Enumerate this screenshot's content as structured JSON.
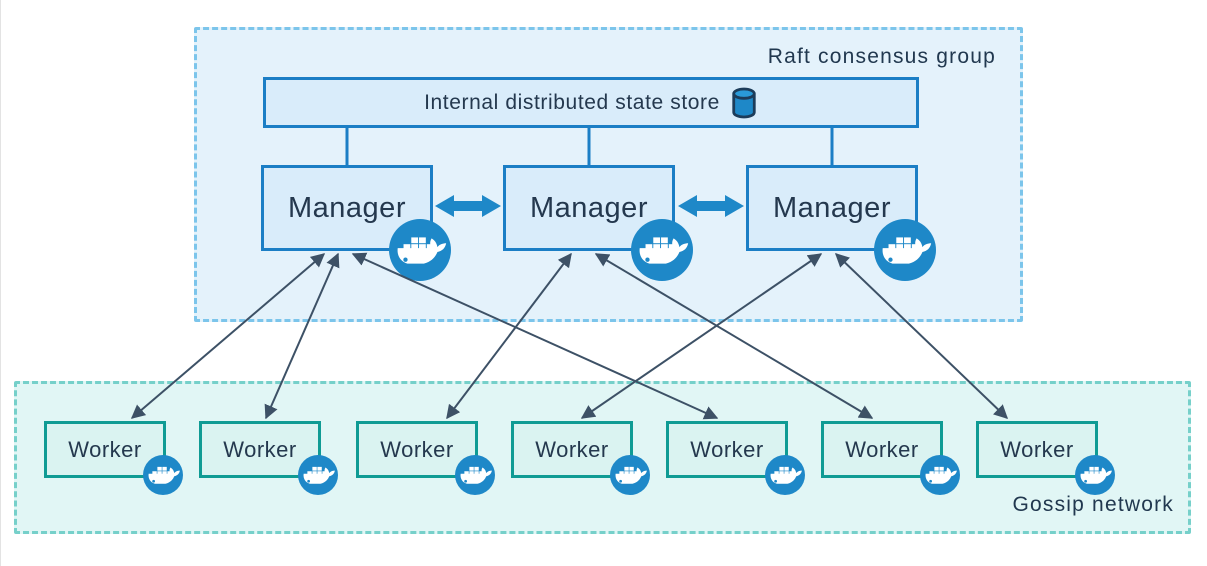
{
  "raft_group": {
    "label": "Raft consensus group"
  },
  "gossip_group": {
    "label": "Gossip network"
  },
  "state_store": {
    "label": "Internal distributed state store",
    "icon": "database-cylinder-icon"
  },
  "managers": [
    {
      "label": "Manager",
      "badge_icon": "docker-whale-icon"
    },
    {
      "label": "Manager",
      "badge_icon": "docker-whale-icon"
    },
    {
      "label": "Manager",
      "badge_icon": "docker-whale-icon"
    }
  ],
  "workers": [
    {
      "label": "Worker",
      "badge_icon": "docker-whale-icon"
    },
    {
      "label": "Worker",
      "badge_icon": "docker-whale-icon"
    },
    {
      "label": "Worker",
      "badge_icon": "docker-whale-icon"
    },
    {
      "label": "Worker",
      "badge_icon": "docker-whale-icon"
    },
    {
      "label": "Worker",
      "badge_icon": "docker-whale-icon"
    },
    {
      "label": "Worker",
      "badge_icon": "docker-whale-icon"
    },
    {
      "label": "Worker",
      "badge_icon": "docker-whale-icon"
    }
  ],
  "connections": {
    "manager_peer_links": [
      [
        0,
        1
      ],
      [
        1,
        2
      ]
    ],
    "state_store_links": [
      0,
      1,
      2
    ],
    "manager_worker_links": [
      [
        0,
        0
      ],
      [
        0,
        1
      ],
      [
        0,
        4
      ],
      [
        1,
        2
      ],
      [
        1,
        5
      ],
      [
        2,
        3
      ],
      [
        2,
        6
      ]
    ],
    "link_style": "double-headed-arrow"
  },
  "colors": {
    "docker_blue": "#1e88c8",
    "box_border_blue": "#1b7ec5",
    "box_fill_blue": "#d9ecfa",
    "raft_bg": "#e4f2fb",
    "raft_dash": "#7cc5eb",
    "teal_border": "#0f9b94",
    "teal_fill": "#daf3f1",
    "gossip_bg": "#e1f6f5",
    "gossip_dash": "#76d0ca",
    "arrow_slate": "#3d5166",
    "text_navy": "#24384e"
  }
}
